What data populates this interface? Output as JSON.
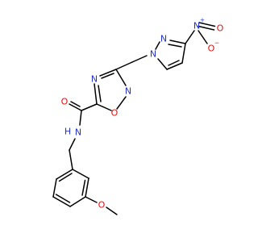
{
  "molecule": {
    "atoms": {
      "nitro_n": "N",
      "nitro_n_charge": "+",
      "nitro_o_double": "O",
      "nitro_o_single": "O",
      "nitro_o_charge": "−",
      "pyrazole_n2": "N",
      "pyrazole_n1": "N",
      "oxadiazole_n4": "N",
      "oxadiazole_n2": "N",
      "oxadiazole_o1": "O",
      "carbonyl_o": "O",
      "amide_n": "N",
      "amide_h": "H",
      "methoxy_o": "O"
    },
    "colors": {
      "nitrogen": "#2233cc",
      "oxygen": "#dd1111",
      "carbon_bond": "#000000"
    }
  }
}
